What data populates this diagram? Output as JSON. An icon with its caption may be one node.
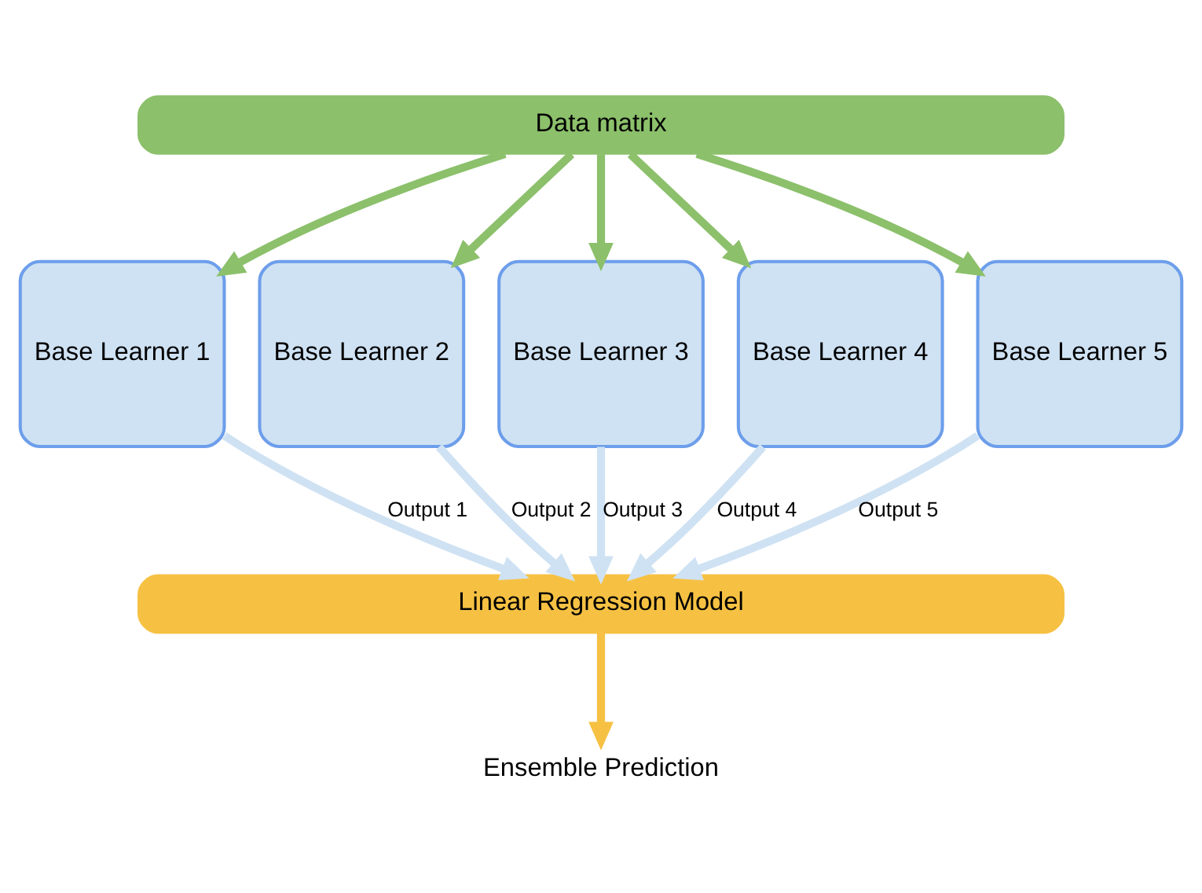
{
  "diagram": {
    "nodes": [
      {
        "text": [
          "Data matrix"
        ]
      },
      {
        "text": [
          "Base Learner 1"
        ]
      },
      {
        "text": [
          "Base Learner 2"
        ]
      },
      {
        "text": [
          "Base Learner 3"
        ]
      },
      {
        "text": [
          "Base Learner 4"
        ]
      },
      {
        "text": [
          "Base Learner 5"
        ]
      },
      {
        "text": [
          "Linear Regression Model"
        ]
      },
      {
        "text": [
          "Ensemble Prediction"
        ]
      }
    ],
    "edges": [
      {
        "from": 0,
        "to": 1,
        "arrow": "to",
        "color": "#8cc06b"
      },
      {
        "from": 0,
        "to": 2,
        "arrow": "to",
        "color": "#8cc06b"
      },
      {
        "from": 0,
        "to": 3,
        "arrow": "to",
        "color": "#8cc06b"
      },
      {
        "from": 0,
        "to": 4,
        "arrow": "to",
        "color": "#8cc06b"
      },
      {
        "from": 0,
        "to": 5,
        "arrow": "to",
        "color": "#8cc06b"
      },
      {
        "from": 1,
        "to": 6,
        "arrow": "to",
        "label": "Output 1",
        "color": "#cfe2f3"
      },
      {
        "from": 2,
        "to": 6,
        "arrow": "to",
        "label": "Output 2",
        "color": "#cfe2f3"
      },
      {
        "from": 3,
        "to": 6,
        "arrow": "to",
        "label": "Output 3",
        "color": "#cfe2f3"
      },
      {
        "from": 4,
        "to": 6,
        "arrow": "to",
        "label": "Output 4",
        "color": "#cfe2f3"
      },
      {
        "from": 5,
        "to": 6,
        "arrow": "to",
        "label": "Output 5",
        "color": "#cfe2f3"
      },
      {
        "from": 6,
        "to": 7,
        "arrow": "to",
        "color": "#f6c143"
      }
    ]
  }
}
